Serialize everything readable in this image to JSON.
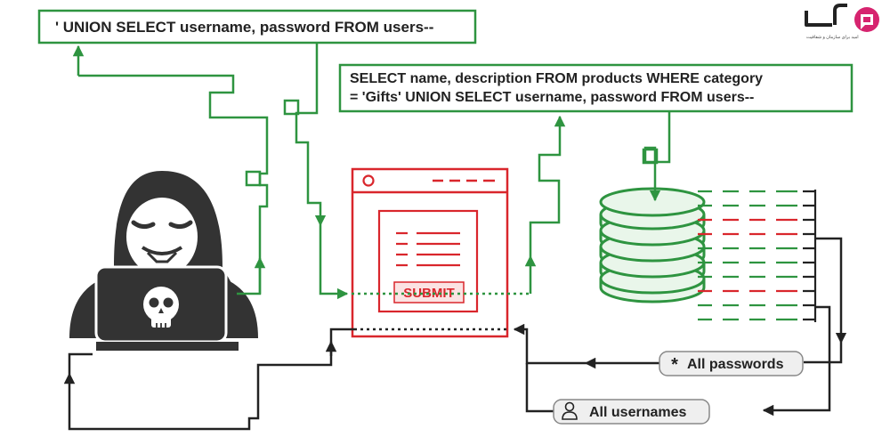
{
  "injection_payload": "' UNION SELECT username, password FROM users--",
  "full_query": {
    "line1": "SELECT name, description FROM products WHERE category",
    "line2": "= 'Gifts' UNION SELECT username, password FROM users--"
  },
  "form": {
    "submit_label": "SUBMIT"
  },
  "results": {
    "passwords_label": "All passwords",
    "passwords_icon": "asterisk-icon",
    "usernames_label": "All usernames",
    "usernames_icon": "user-icon"
  },
  "logo": {
    "tagline": "امید برای سازمان و شفافیت"
  },
  "colors": {
    "attack_path": "#2e9440",
    "web_app": "#d9262c",
    "response_path": "#222222",
    "hacker": "#333333",
    "database": "#2e9440",
    "logo_pink": "#d6246f"
  }
}
